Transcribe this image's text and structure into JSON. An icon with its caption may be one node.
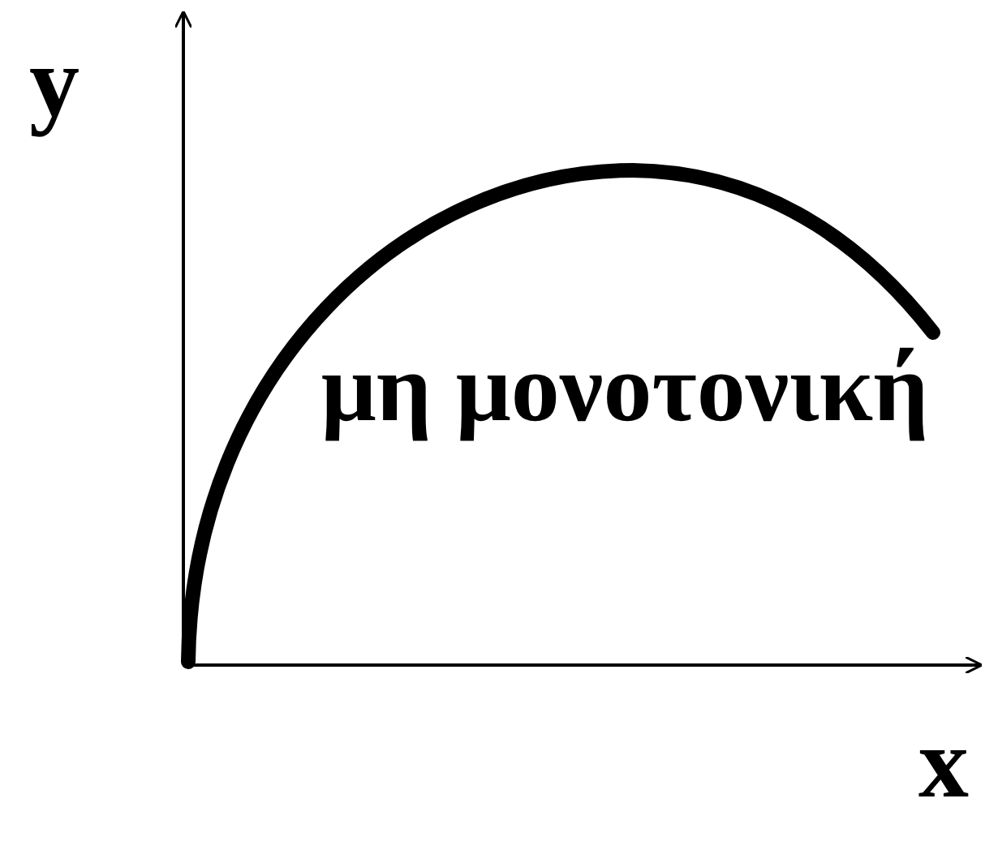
{
  "diagram": {
    "labels": [
      "y",
      "μη μονοτονική",
      "x"
    ]
  }
}
